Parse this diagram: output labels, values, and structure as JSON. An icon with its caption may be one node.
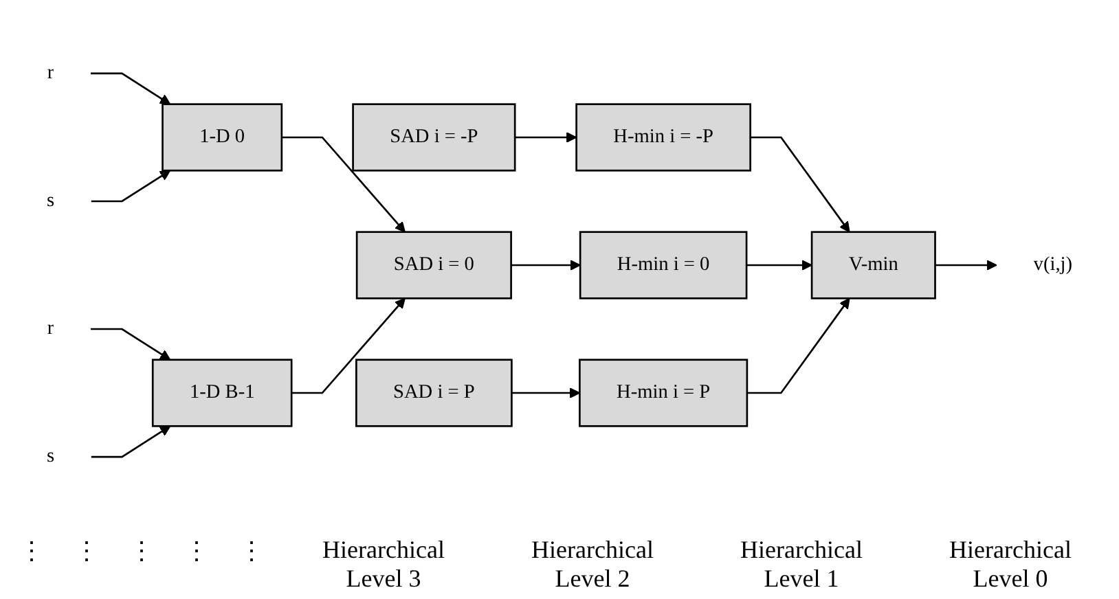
{
  "diagram": {
    "nodes": [
      {
        "text": [
          "r"
        ]
      },
      {
        "text": [
          "s"
        ]
      },
      {
        "text": [
          "1-D 0"
        ]
      },
      {
        "text": [
          "r"
        ]
      },
      {
        "text": [
          "s"
        ]
      },
      {
        "text": [
          "1-D B-1"
        ]
      },
      {
        "text": [
          "SAD i = -P"
        ]
      },
      {
        "text": [
          "SAD i = 0"
        ]
      },
      {
        "text": [
          "SAD i = P"
        ]
      },
      {
        "text": [
          "H-min i = -P"
        ]
      },
      {
        "text": [
          "H-min i = 0"
        ]
      },
      {
        "text": [
          "H-min i = P"
        ]
      },
      {
        "text": [
          "V-min"
        ]
      },
      {
        "text": [
          "v(i,j)"
        ]
      }
    ],
    "edges": [
      {
        "from": 0,
        "to": 2,
        "arrow": "to"
      },
      {
        "from": 1,
        "to": 2,
        "arrow": "to"
      },
      {
        "from": 3,
        "to": 5,
        "arrow": "to"
      },
      {
        "from": 4,
        "to": 5,
        "arrow": "to"
      },
      {
        "from": 2,
        "to": 7,
        "arrow": "to"
      },
      {
        "from": 5,
        "to": 7,
        "arrow": "to"
      },
      {
        "from": 6,
        "to": 9,
        "arrow": "to"
      },
      {
        "from": 7,
        "to": 10,
        "arrow": "to"
      },
      {
        "from": 8,
        "to": 11,
        "arrow": "to"
      },
      {
        "from": 9,
        "to": 12,
        "arrow": "to"
      },
      {
        "from": 10,
        "to": 12,
        "arrow": "to"
      },
      {
        "from": 11,
        "to": 12,
        "arrow": "to"
      },
      {
        "from": 12,
        "to": 13,
        "arrow": "to"
      }
    ],
    "labels": [
      "⋮",
      "⋮",
      "⋮",
      "⋮",
      "⋮",
      "Hierarchical Level 3",
      "Hierarchical Level 2",
      "Hierarchical Level 1",
      "Hierarchical Level 0"
    ]
  }
}
